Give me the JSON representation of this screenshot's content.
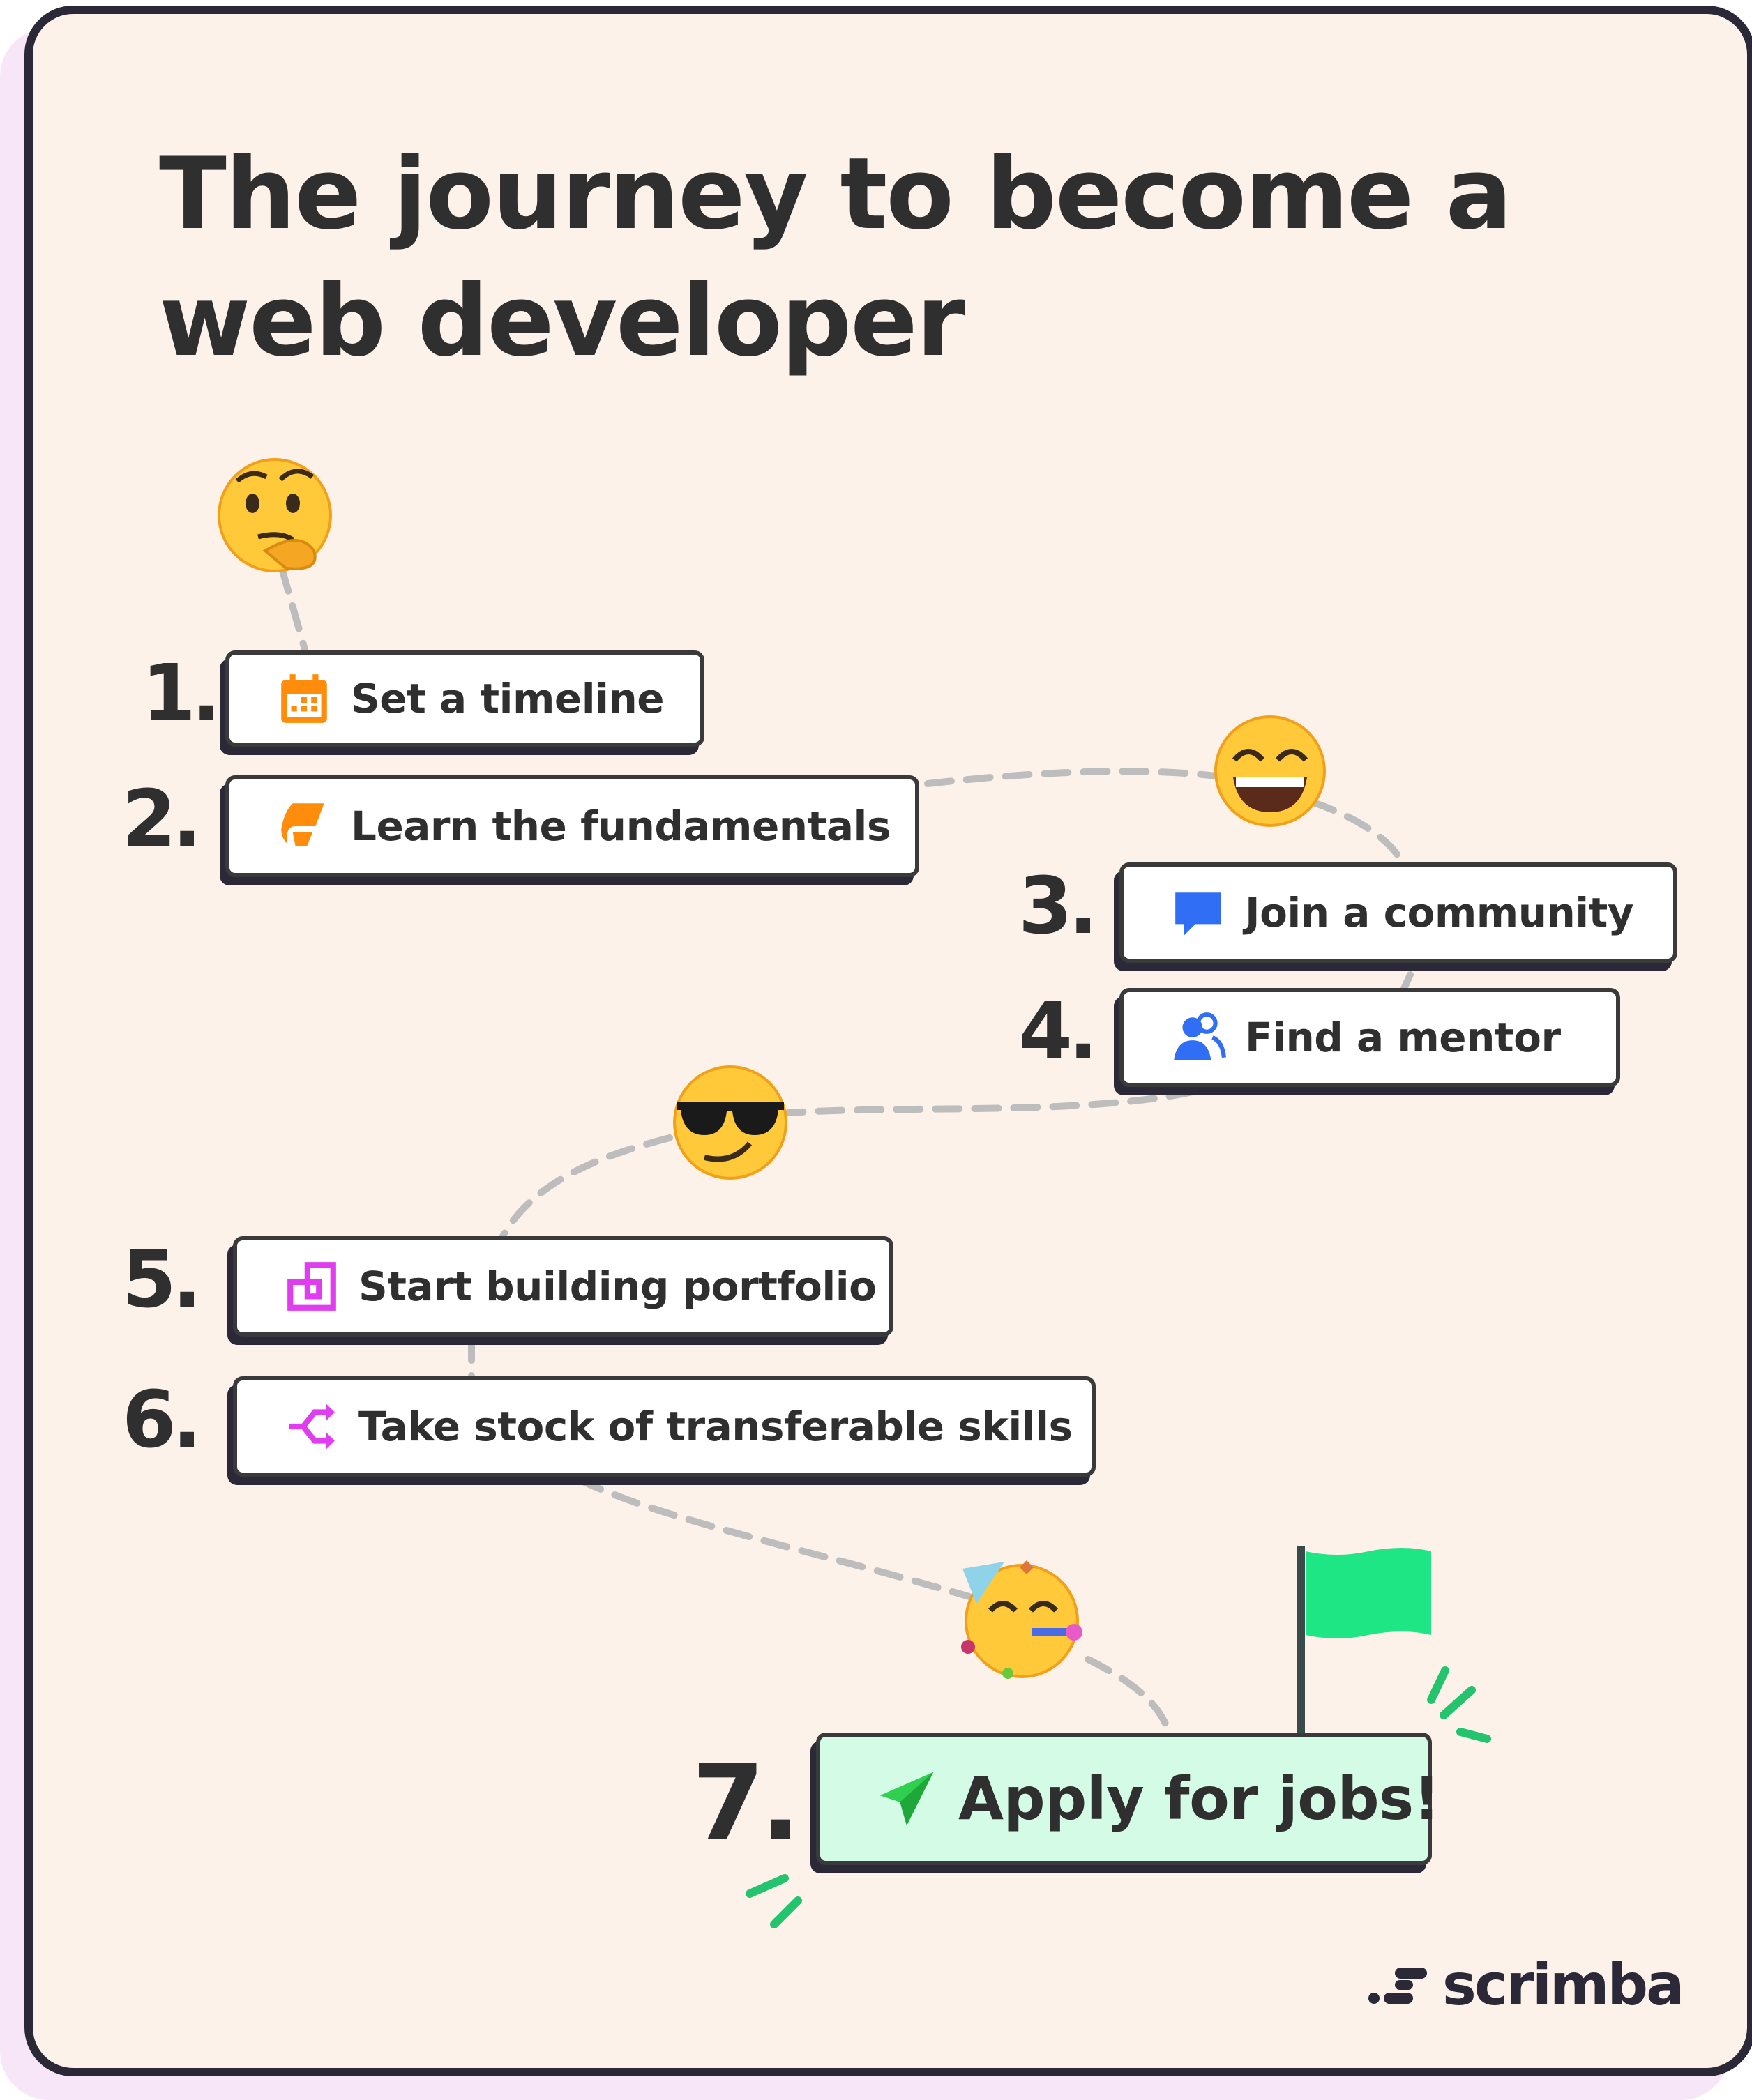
{
  "title": {
    "line1": "The journey to become a",
    "line2": "web developer"
  },
  "steps": [
    {
      "number": "1.",
      "label": "Set a timeline",
      "icon": "calendar-icon",
      "color": "#ff8c0a"
    },
    {
      "number": "2.",
      "label": "Learn the fundamentals",
      "icon": "book-hand-icon",
      "color": "#ff8c0a"
    },
    {
      "number": "3.",
      "label": "Join a community",
      "icon": "chat-bubble-icon",
      "color": "#2f6ef5"
    },
    {
      "number": "4.",
      "label": "Find a mentor",
      "icon": "people-icon",
      "color": "#2f6ef5"
    },
    {
      "number": "5.",
      "label": "Start building portfolio",
      "icon": "blocks-icon",
      "color": "#e03cf0"
    },
    {
      "number": "6.",
      "label": "Take stock of transferable skills",
      "icon": "arrows-icon",
      "color": "#e03cf0"
    },
    {
      "number": "7.",
      "label": "Apply for jobs!",
      "icon": "paper-plane-icon",
      "color": "#2fcf4f"
    }
  ],
  "logo": {
    "text": "scrimba"
  },
  "colors": {
    "background": "#fdf2ea",
    "border": "#2b2937",
    "flag": "#1ee685",
    "final_box": "#d3fbe6",
    "path": "#bdbdbd"
  }
}
